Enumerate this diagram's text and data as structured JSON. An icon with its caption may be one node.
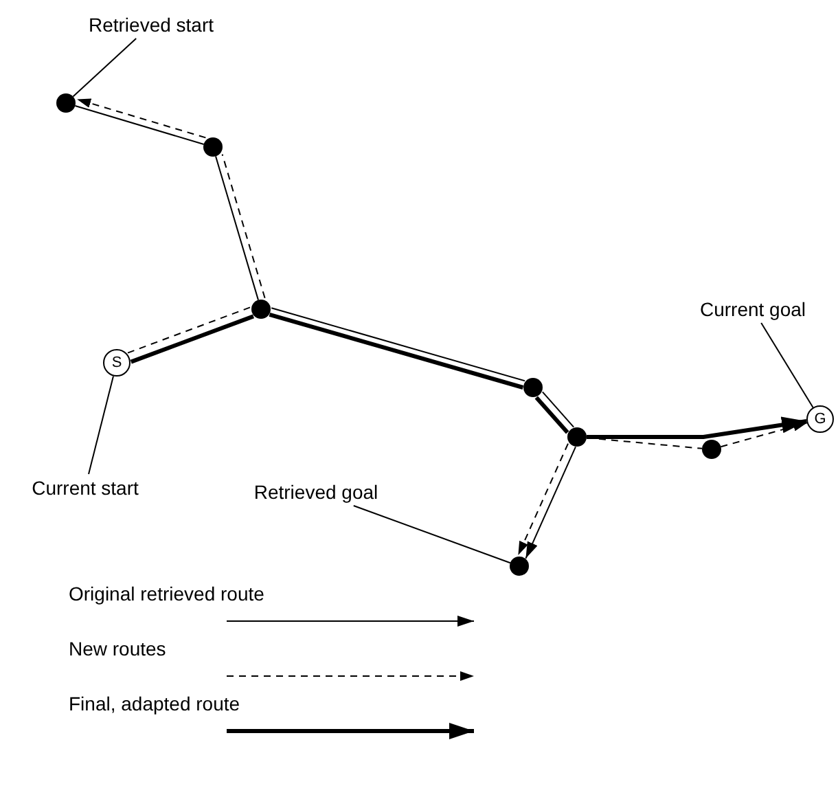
{
  "diagram": {
    "nodes": [
      {
        "text": [
          "Retrieved start"
        ]
      },
      {
        "text": [],
        "shape": "circle"
      },
      {
        "text": [],
        "shape": "circle"
      },
      {
        "text": [],
        "shape": "circle"
      },
      {
        "text": [
          "Current goal"
        ]
      },
      {
        "text": [
          "S"
        ]
      },
      {
        "text": [],
        "shape": "circle"
      },
      {
        "text": [
          "G"
        ]
      },
      {
        "text": [],
        "shape": "circle"
      },
      {
        "text": [],
        "shape": "circle"
      },
      {
        "text": [
          "Current start"
        ]
      },
      {
        "text": [
          "Retrieved goal"
        ]
      },
      {
        "text": [],
        "shape": "circle"
      }
    ],
    "edges": [
      {
        "from": 0,
        "to": 1,
        "arrow": "none"
      },
      {
        "from": 4,
        "to": 7,
        "arrow": "none"
      },
      {
        "from": 10,
        "to": 5,
        "arrow": "none"
      },
      {
        "from": 11,
        "to": 12,
        "arrow": "none"
      },
      {
        "from": 1,
        "to": 2,
        "arrow": "none"
      },
      {
        "from": 2,
        "to": 3,
        "arrow": "none"
      },
      {
        "from": 3,
        "to": 6,
        "arrow": "none"
      },
      {
        "from": 6,
        "to": 8,
        "arrow": "none"
      },
      {
        "from": 8,
        "to": 12,
        "arrow": "to"
      },
      {
        "from": 5,
        "to": 3,
        "arrow": "none",
        "style": "dashed"
      },
      {
        "from": 3,
        "to": 2,
        "arrow": "none",
        "style": "dashed"
      },
      {
        "from": 2,
        "to": 1,
        "arrow": "to",
        "style": "dashed"
      },
      {
        "from": 8,
        "to": 12,
        "arrow": "to",
        "style": "dashed"
      },
      {
        "from": 8,
        "to": 9,
        "arrow": "none",
        "style": "dashed"
      },
      {
        "from": 9,
        "to": 7,
        "arrow": "to",
        "style": "dashed"
      },
      {
        "from": 5,
        "to": 3,
        "arrow": "none",
        "style": "thick"
      },
      {
        "from": 3,
        "to": 6,
        "arrow": "none",
        "style": "thick"
      },
      {
        "from": 6,
        "to": 8,
        "arrow": "none",
        "style": "thick"
      },
      {
        "from": 8,
        "to": 7,
        "arrow": "to",
        "style": "thick"
      }
    ],
    "legend": [
      {
        "text": "Original retrieved route"
      },
      {
        "text": "New routes"
      },
      {
        "text": "Final, adapted route"
      }
    ]
  }
}
